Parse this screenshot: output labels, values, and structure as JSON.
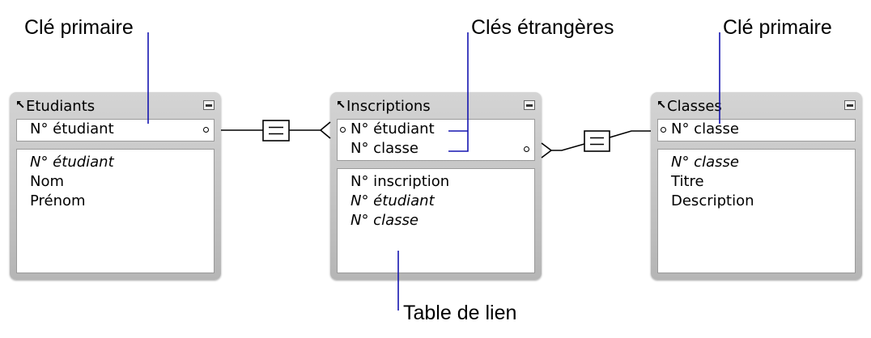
{
  "callouts": {
    "primary_key_left": "Clé primaire",
    "foreign_keys": "Clés étrangères",
    "primary_key_right": "Clé primaire",
    "link_table": "Table de lien"
  },
  "tables": {
    "etudiants": {
      "name": "Etudiants",
      "keys": [
        "N° étudiant"
      ],
      "fields": [
        "N° étudiant",
        "Nom",
        "Prénom"
      ]
    },
    "inscriptions": {
      "name": "Inscriptions",
      "keys": [
        "N° étudiant",
        "N° classe"
      ],
      "fields": [
        "N° inscription",
        "N° étudiant",
        "N° classe"
      ]
    },
    "classes": {
      "name": "Classes",
      "keys": [
        "N° classe"
      ],
      "fields": [
        "N° classe",
        "Titre",
        "Description"
      ]
    }
  },
  "colors": {
    "callout_line": "#1515b0",
    "relation_line": "#000000",
    "table_frame": "#c4c4c4"
  },
  "icons": {
    "title_icon": "arrow-northwest-icon",
    "collapse_icon": "minimize-icon",
    "relation_icon": "equals-box-icon",
    "key_marker": "key-dot-icon"
  }
}
